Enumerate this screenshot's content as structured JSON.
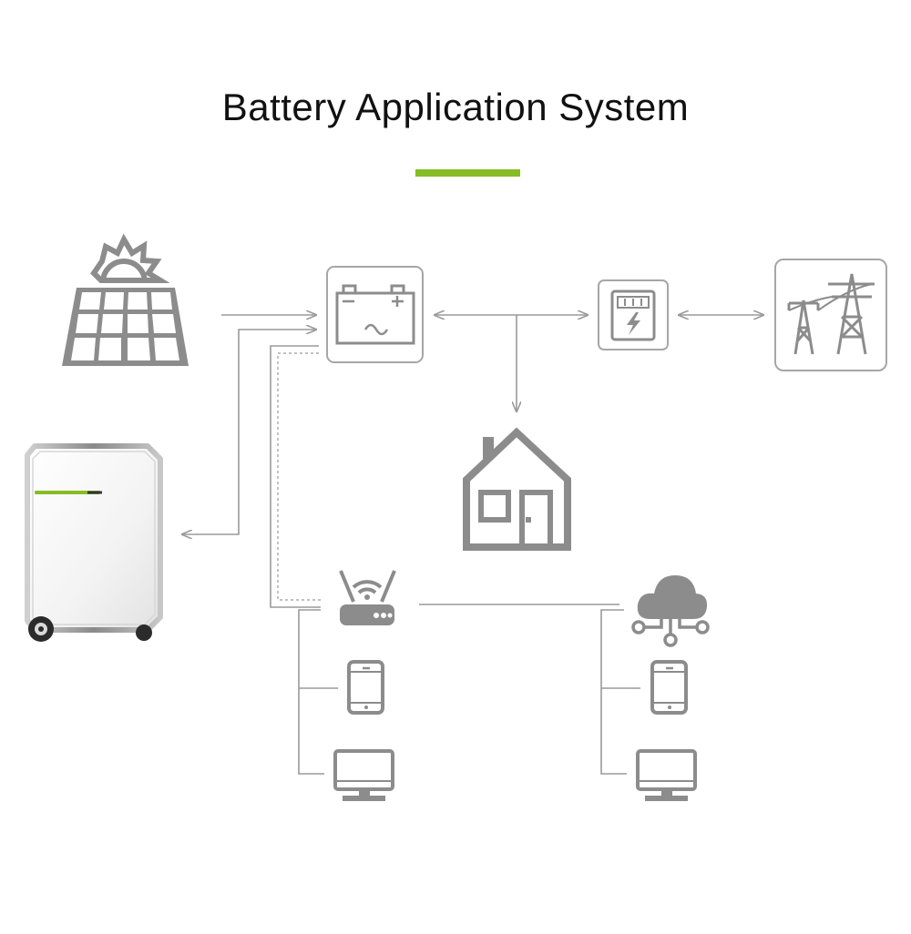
{
  "title": "Battery Application System",
  "colors": {
    "accent": "#86bc25",
    "icon": "#8c8c8c",
    "line": "#9a9a9a",
    "box_border": "#a6a6a6"
  },
  "nodes": [
    {
      "id": "solar",
      "icon": "solar-panel-icon"
    },
    {
      "id": "inverter",
      "icon": "battery-inverter-icon"
    },
    {
      "id": "meter",
      "icon": "electric-meter-icon"
    },
    {
      "id": "grid",
      "icon": "power-tower-icon"
    },
    {
      "id": "house",
      "icon": "house-icon"
    },
    {
      "id": "battery",
      "icon": "battery-cabinet-icon"
    },
    {
      "id": "router",
      "icon": "wifi-router-icon"
    },
    {
      "id": "cloud",
      "icon": "cloud-network-icon"
    },
    {
      "id": "phone-local",
      "icon": "smartphone-icon"
    },
    {
      "id": "monitor-local",
      "icon": "monitor-icon"
    },
    {
      "id": "phone-remote",
      "icon": "smartphone-icon"
    },
    {
      "id": "monitor-remote",
      "icon": "monitor-icon"
    }
  ]
}
